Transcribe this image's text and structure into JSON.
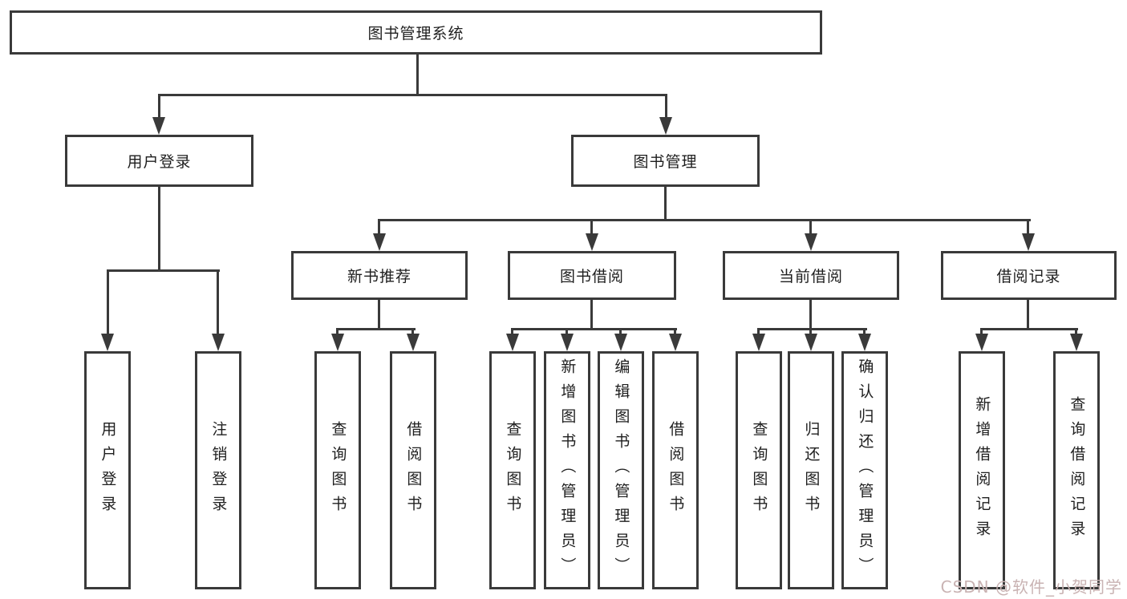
{
  "nodes": {
    "root": {
      "label": "图书管理系统"
    },
    "user_login_module": {
      "label": "用户登录"
    },
    "book_management": {
      "label": "图书管理"
    },
    "new_book_recommend": {
      "label": "新书推荐"
    },
    "book_borrowing": {
      "label": "图书借阅"
    },
    "current_borrowing": {
      "label": "当前借阅"
    },
    "borrowing_records": {
      "label": "借阅记录"
    },
    "user_login": {
      "label": "用户登录"
    },
    "logout": {
      "label": "注销登录"
    },
    "query_books_1": {
      "label": "查询图书"
    },
    "borrow_books_1": {
      "label": "借阅图书"
    },
    "query_books_2": {
      "label": "查询图书"
    },
    "add_books_admin": {
      "label": "新增图书（管理员）"
    },
    "edit_books_admin": {
      "label": "编辑图书（管理员）"
    },
    "borrow_books_2": {
      "label": "借阅图书"
    },
    "query_books_3": {
      "label": "查询图书"
    },
    "return_books": {
      "label": "归还图书"
    },
    "confirm_return_admin": {
      "label": "确认归还（管理员）"
    },
    "add_borrow_record": {
      "label": "新增借阅记录"
    },
    "query_borrow_record": {
      "label": "查询借阅记录"
    }
  },
  "hierarchy": [
    {
      "parent": "root",
      "children": [
        "user_login_module",
        "book_management"
      ]
    },
    {
      "parent": "user_login_module",
      "children": [
        "user_login",
        "logout"
      ]
    },
    {
      "parent": "book_management",
      "children": [
        "new_book_recommend",
        "book_borrowing",
        "current_borrowing",
        "borrowing_records"
      ]
    },
    {
      "parent": "new_book_recommend",
      "children": [
        "query_books_1",
        "borrow_books_1"
      ]
    },
    {
      "parent": "book_borrowing",
      "children": [
        "query_books_2",
        "add_books_admin",
        "edit_books_admin",
        "borrow_books_2"
      ]
    },
    {
      "parent": "current_borrowing",
      "children": [
        "query_books_3",
        "return_books",
        "confirm_return_admin"
      ]
    },
    {
      "parent": "borrowing_records",
      "children": [
        "add_borrow_record",
        "query_borrow_record"
      ]
    }
  ],
  "colors": {
    "background": "#ffffff",
    "box_border": "#3a3a3a",
    "line": "#3a3a3a",
    "text": "#1e1e1e",
    "watermark": "#c9b3b3"
  },
  "watermark": {
    "text": "CSDN @软件_小贺同学"
  }
}
